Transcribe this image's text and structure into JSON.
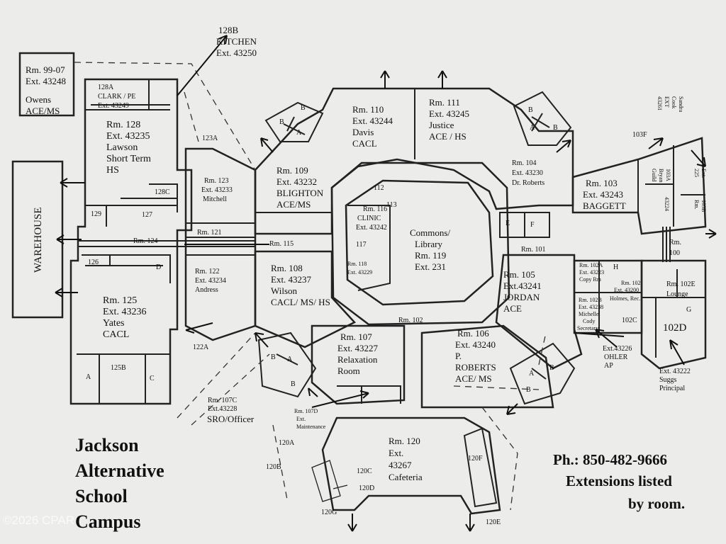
{
  "title_lines": [
    "Jackson",
    "Alternative",
    "School",
    "Campus"
  ],
  "contact": {
    "phone": "Ph.: 850-482-9666",
    "note_line1": "Extensions listed",
    "note_line2": "by room."
  },
  "watermark": "©2026 CPAR",
  "warehouse": "WAREHOUSE",
  "rooms": {
    "r9907": [
      "Rm. 99-07",
      "Ext. 43248",
      "",
      "Owens",
      "ACE/MS"
    ],
    "r128b": [
      "128B",
      "KITCHEN",
      "Ext. 43250"
    ],
    "r128a": [
      "128A",
      "CLARK / PE",
      "Ext. 43249"
    ],
    "r128": [
      "Rm. 128",
      "Ext. 43235",
      "Lawson",
      "Short Term",
      "HS"
    ],
    "r110": [
      "Rm. 110",
      "Ext. 43244",
      "Davis",
      "CACL"
    ],
    "r111": [
      "Rm. 111",
      "Ext. 43245",
      "Justice",
      "ACE / HS"
    ],
    "r109": [
      "Rm. 109",
      "Ext. 43232",
      "BLIGHTON",
      "ACE/MS"
    ],
    "r123": [
      "Rm. 123",
      "Ext. 43233",
      "Mitchell"
    ],
    "r104": [
      "Rm. 104",
      "Ext. 43230",
      "Dr. Roberts"
    ],
    "r103": [
      "Rm. 103",
      "Ext. 43243",
      "BAGGETT"
    ],
    "sandra": [
      "Sandra",
      "Cook",
      "EXT",
      "43261"
    ],
    "r103a": [
      "103A",
      "Bryan",
      "Guild"
    ],
    "r103b": [
      "103B",
      "Rm.",
      "Ext.",
      "225"
    ],
    "r119": [
      "Commons/",
      "Library",
      "Rm. 119",
      "Ext. 231"
    ],
    "r116": [
      "Rm. 116",
      "CLINIC",
      "Ext. 43242"
    ],
    "r118": [
      "Rm. 118",
      "Ext. 43229"
    ],
    "r108": [
      "Rm. 108",
      "Ext. 43237",
      "Wilson",
      "CACL/ MS/ HS"
    ],
    "r122": [
      "Rm. 122",
      "Ext. 43234",
      "Andress"
    ],
    "r125": [
      "Rm. 125",
      "Ext. 43236",
      "Yates",
      "CACL"
    ],
    "r105": [
      "Rm. 105",
      "Ext.43241",
      "JORDAN",
      "ACE"
    ],
    "r102a": [
      "Rm. 102A",
      "Ext. 43223",
      "Copy Rm"
    ],
    "r102": [
      "Rm. 102",
      "Ext. 43200",
      "Holmes, Rec."
    ],
    "r102b": [
      "Rm. 102B",
      "Ext. 43238",
      "Michelle",
      "Cody",
      "Secretary"
    ],
    "r107": [
      "Rm. 107",
      "Ext. 43227",
      "Relaxation",
      "Room"
    ],
    "r106": [
      "Rm. 106",
      "Ext. 43240",
      "P.",
      "ROBERTS",
      "ACE/ MS"
    ],
    "ohler": [
      "Ext.43226",
      "OHLER",
      "AP"
    ],
    "suggs": [
      "Ext. 43222",
      "Suggs",
      "Principal"
    ],
    "r107c": [
      "Rm. 107C",
      "Ext.43228",
      "SRO/Officer"
    ],
    "r107d": [
      "Rm. 107D",
      "Ext.",
      "Maintenance"
    ],
    "r120": [
      "Rm. 120",
      "Ext.",
      "43267",
      "Cafeteria"
    ]
  },
  "corridors": {
    "rm121": "Rm. 121",
    "rm124": "Rm. 124",
    "rm115": "Rm. 115",
    "rm101": "Rm. 101",
    "rm102": "Rm. 102",
    "rm100": "Rm.",
    "rm100b": "100",
    "rm102e": "Rm. 102E",
    "rm102e_b": "Lounge"
  },
  "small_labels": {
    "l123a": "123A",
    "l103f": "103F",
    "l128c": "128C",
    "l129": "129",
    "l127": "127",
    "l126": "126",
    "l125b": "125B",
    "l122a": "122A",
    "l102c": "102C",
    "l102d": "102D",
    "l117": "117",
    "l113": "113",
    "l112": "112",
    "l120a": "120A",
    "l120b": "120B",
    "l120c": "120C",
    "l120d": "120D",
    "l120f": "120F",
    "l120g": "120G",
    "l120e": "120E",
    "l43224": "43224",
    "a": "A",
    "b": "B",
    "c": "C",
    "d": "D",
    "e": "E",
    "f": "F",
    "g": "G",
    "h": "H"
  }
}
